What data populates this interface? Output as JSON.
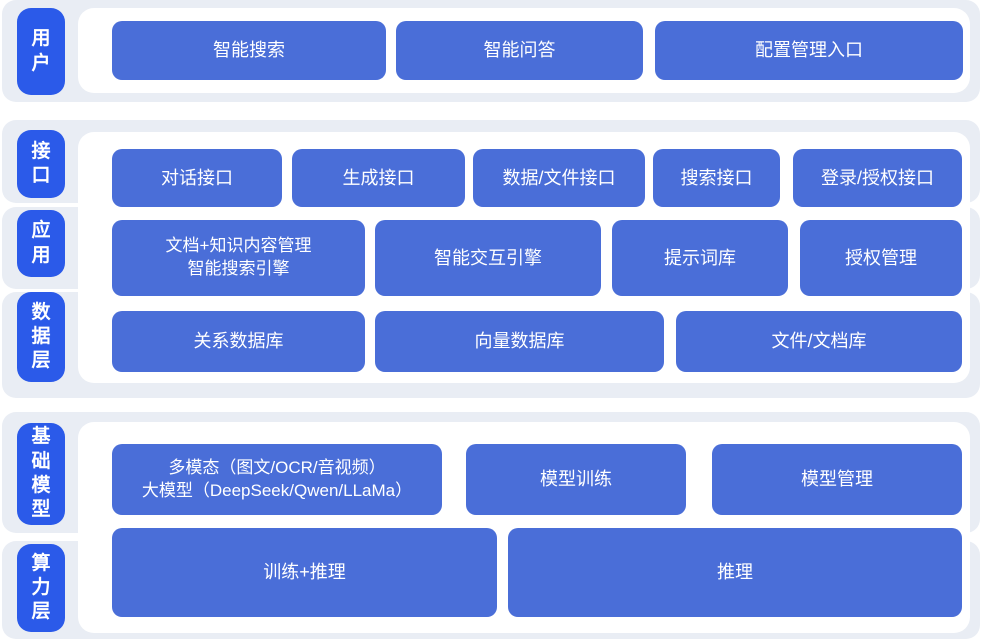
{
  "diagram": {
    "title": "AI platform architecture diagram",
    "colors": {
      "sidebar_label_blue": "#2b5ae9",
      "node_blue": "#4a6ed8",
      "band_gray": "#e9edf4",
      "panel_white": "#ffffff",
      "text_white": "#ffffff"
    },
    "layers": {
      "user": {
        "label": "用户",
        "nodes": [
          "智能搜索",
          "智能问答",
          "配置管理入口"
        ]
      },
      "interface": {
        "label": "接口",
        "nodes": [
          "对话接口",
          "生成接口",
          "数据/文件接口",
          "搜索接口",
          "登录/授权接口"
        ]
      },
      "application": {
        "label": "应用",
        "nodes": [
          "文档+知识内容管理\n智能搜索引擎",
          "智能交互引擎",
          "提示词库",
          "授权管理"
        ]
      },
      "data": {
        "label": "数据层",
        "nodes": [
          "关系数据库",
          "向量数据库",
          "文件/文档库"
        ]
      },
      "foundation": {
        "label": "基础模型",
        "nodes": [
          "多模态（图文/OCR/音视频）\n大模型（DeepSeek/Qwen/LLaMa）",
          "模型训练",
          "模型管理"
        ]
      },
      "compute": {
        "label": "算力层",
        "nodes": [
          "训练+推理",
          "推理"
        ]
      }
    }
  }
}
